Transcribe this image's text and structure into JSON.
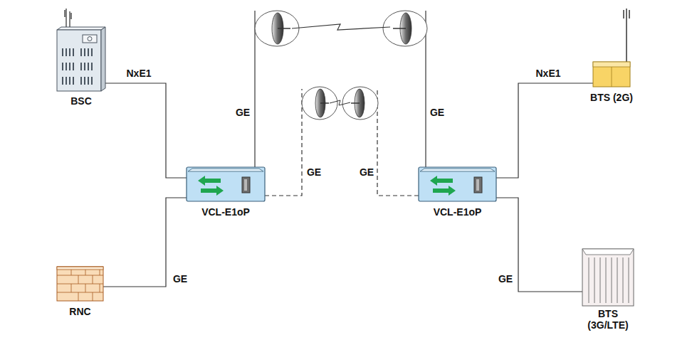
{
  "diagram": {
    "nodes": [
      {
        "text": [
          "BSC"
        ]
      },
      {
        "text": [
          "RNC"
        ]
      },
      {
        "text": [
          "VCL-E1oP"
        ]
      },
      {
        "text": [
          "VCL-E1oP"
        ]
      },
      {
        "text": [
          "BTS (2G)"
        ]
      },
      {
        "text": [
          "BTS (3G/LTE)"
        ]
      }
    ],
    "edges": [
      {
        "from": 0,
        "to": 2,
        "label": "NxE1",
        "arrow": "none"
      },
      {
        "from": 1,
        "to": 2,
        "label": "GE",
        "arrow": "none"
      },
      {
        "from": 3,
        "to": 4,
        "label": "NxE1",
        "arrow": "none"
      },
      {
        "from": 3,
        "to": 5,
        "label": "GE",
        "arrow": "none"
      }
    ],
    "labels": [
      "GE",
      "GE",
      "GE",
      "GE"
    ]
  }
}
